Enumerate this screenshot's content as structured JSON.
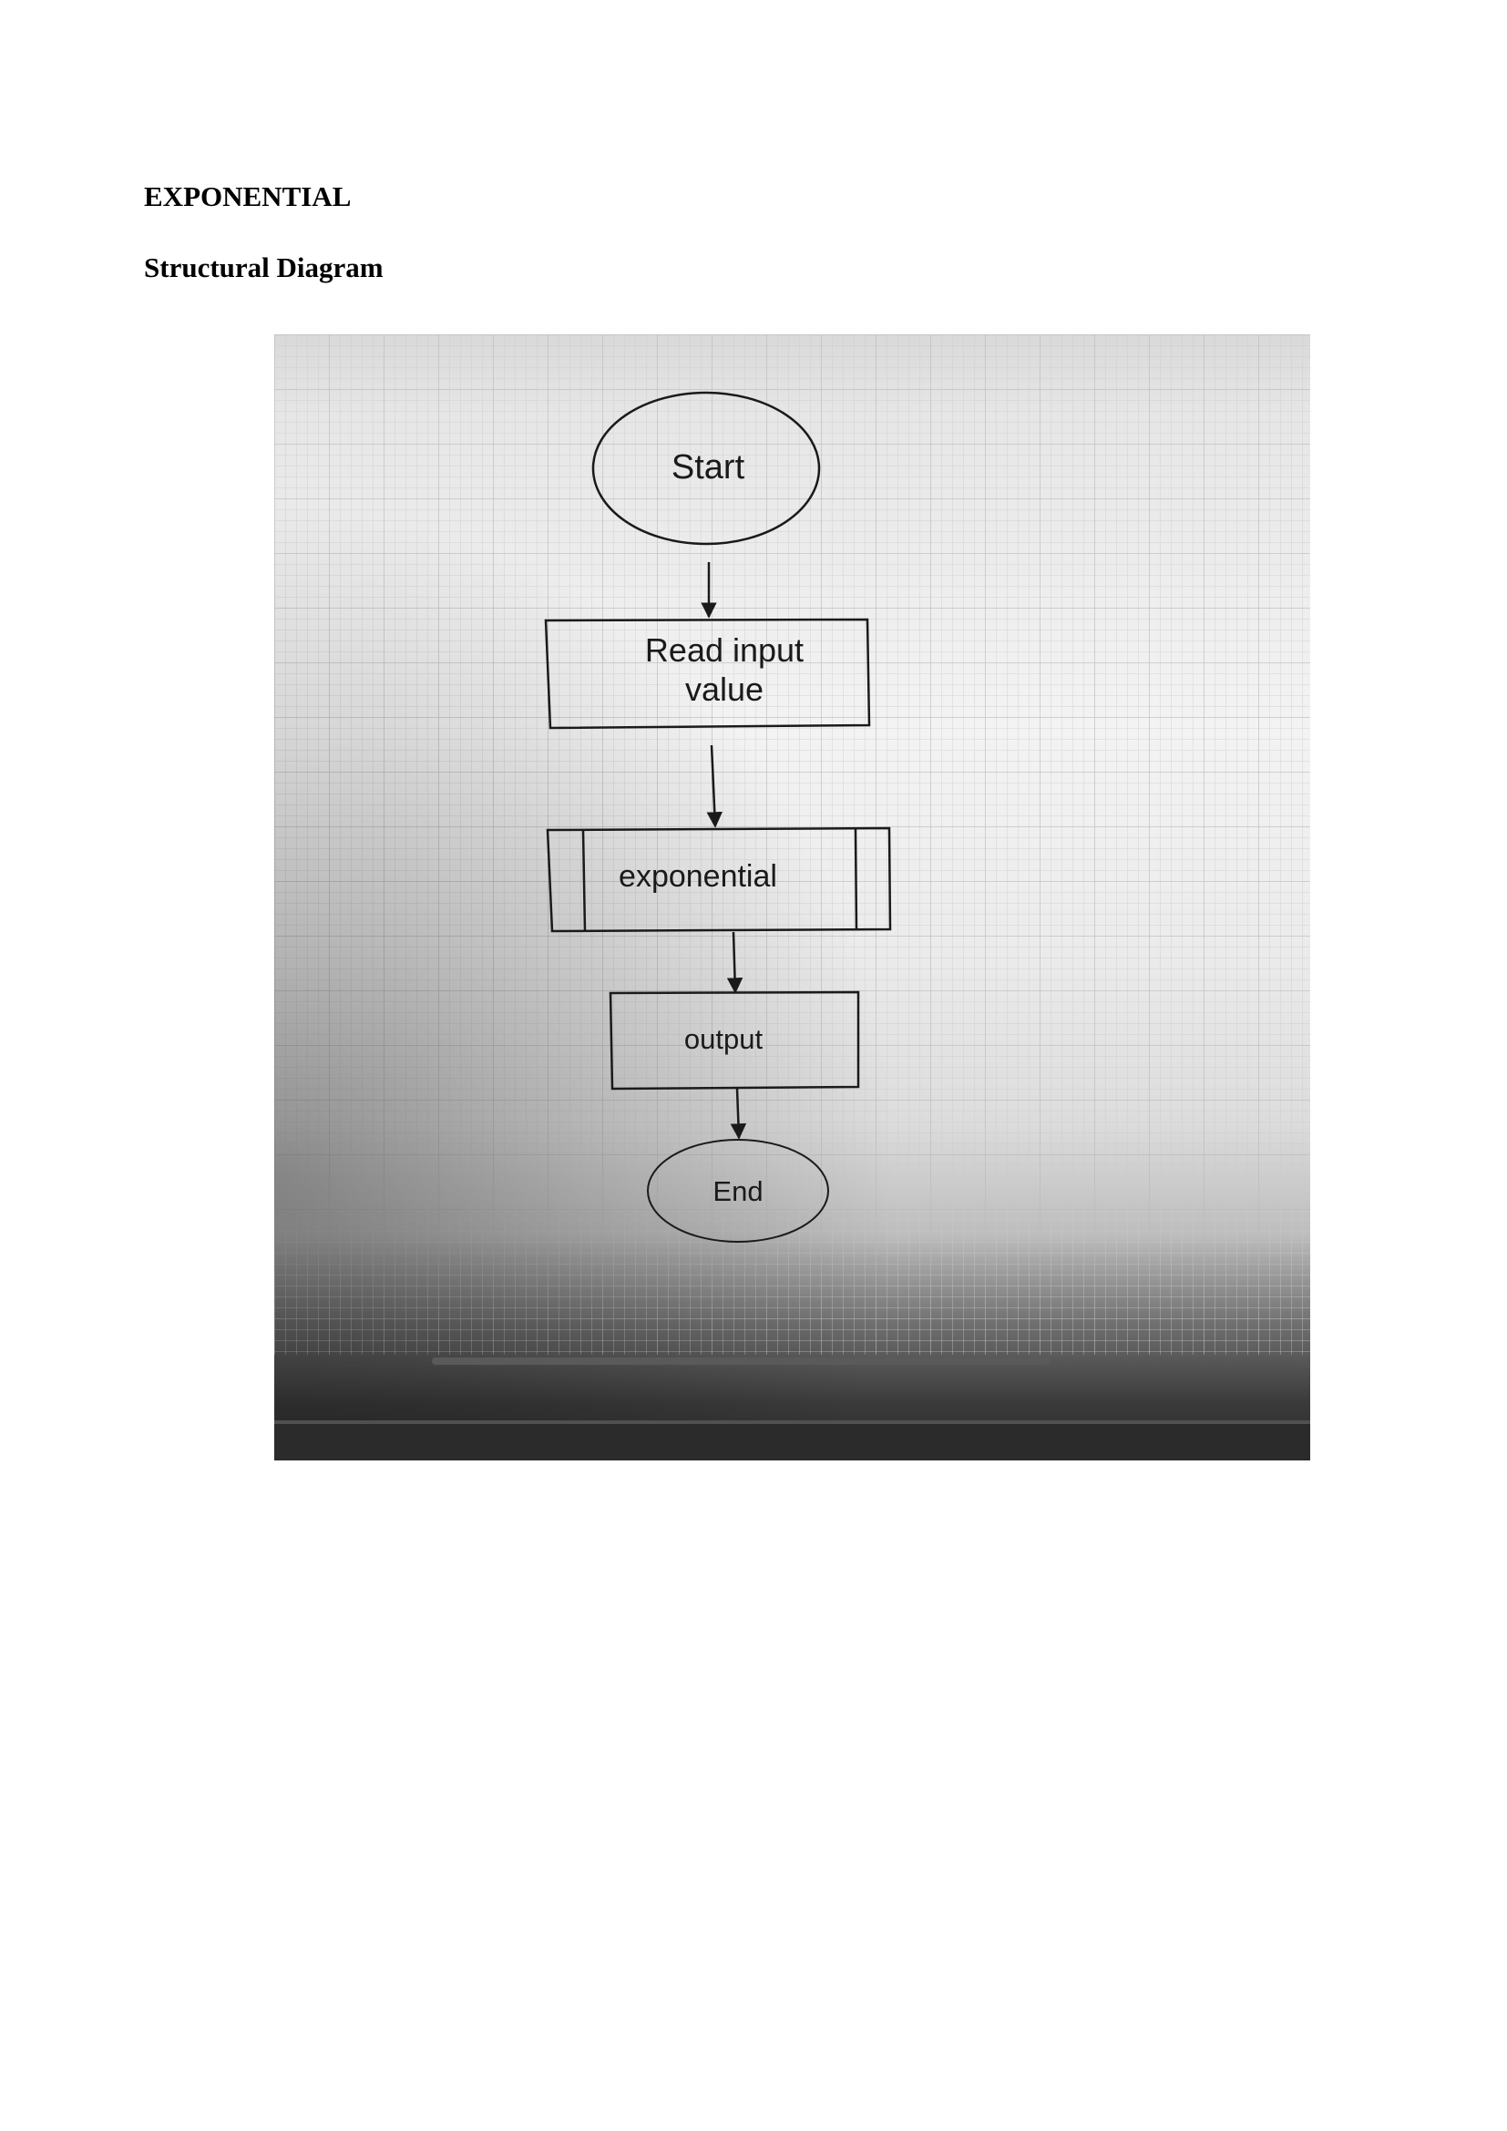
{
  "document": {
    "title": "EXPONENTIAL",
    "subtitle": "Structural Diagram"
  },
  "diagram": {
    "nodes": {
      "start": "Start",
      "read_line1": "Read input",
      "read_line2": "value",
      "process": "exponential",
      "output": "output",
      "end": "End"
    }
  }
}
